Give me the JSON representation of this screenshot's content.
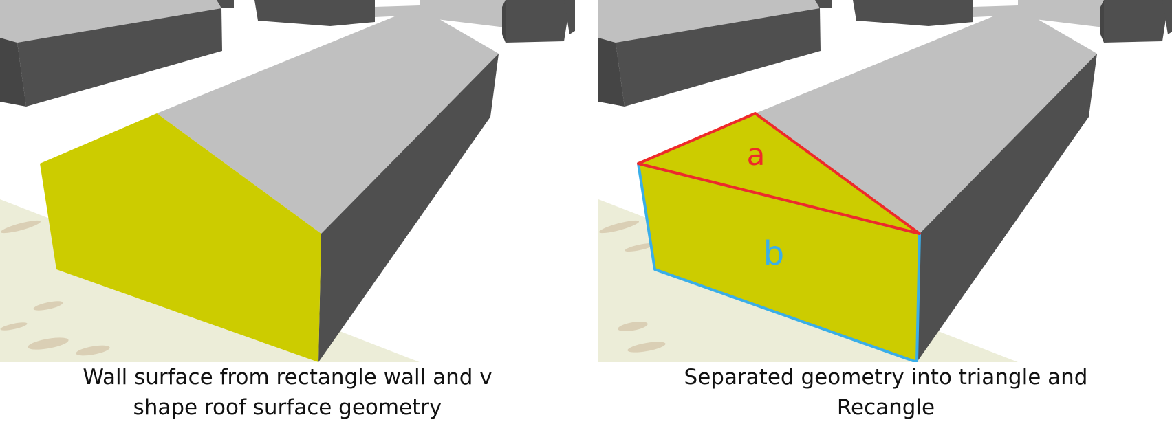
{
  "colors": {
    "wall_surface": "#cccc00",
    "roof": "#c0c0c0",
    "dark_wall": "#4f4f4f",
    "ground": "#ecedd8",
    "triangle_outline": "#ee2a2a",
    "rectangle_outline": "#3aaee8"
  },
  "left_panel": {
    "caption_line1": "Wall surface from rectangle wall and v",
    "caption_line2": "shape roof surface geometry"
  },
  "right_panel": {
    "label_a": "a",
    "label_b": "b",
    "caption_line1": "Separated geometry into triangle and",
    "caption_line2": "Recangle"
  }
}
